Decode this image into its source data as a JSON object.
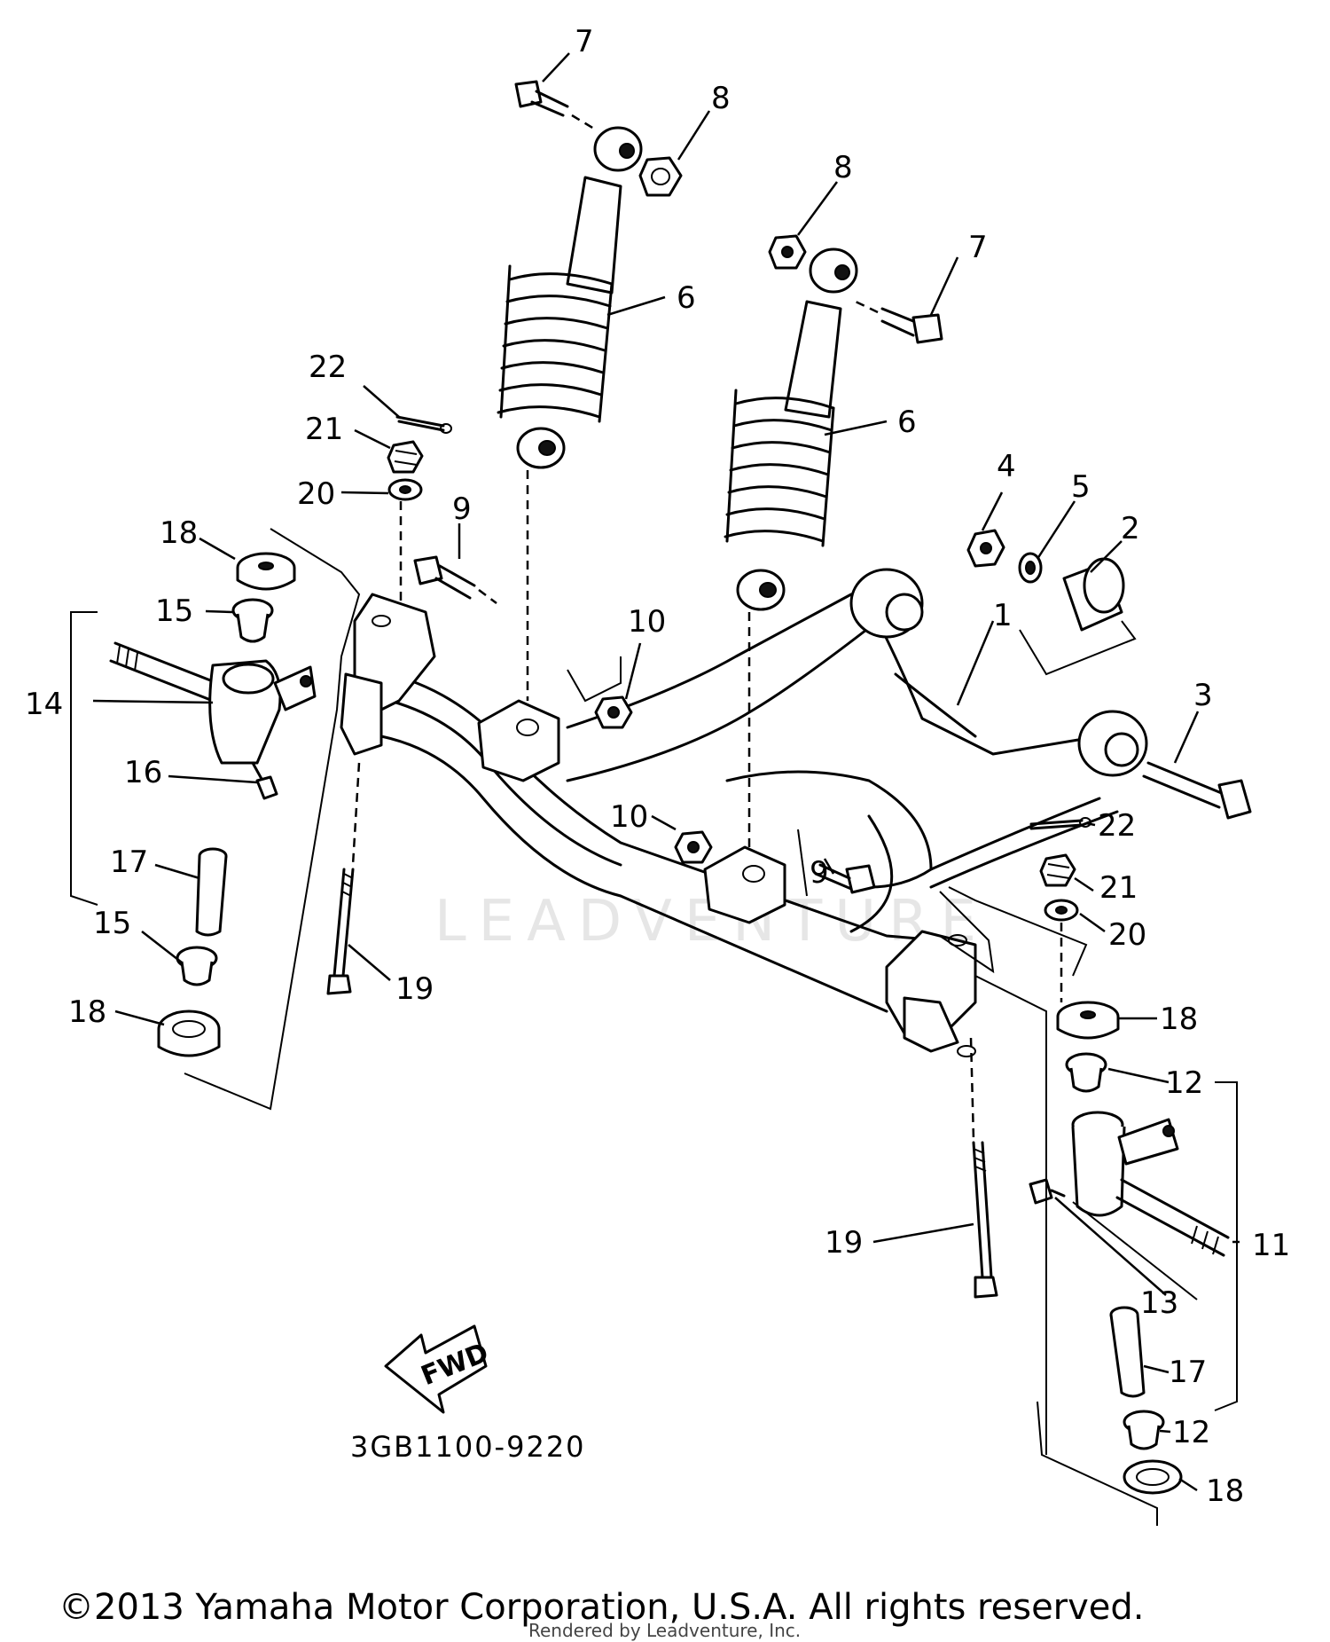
{
  "watermark": "LEADVENTURE",
  "part_number": "3GB1100-9220",
  "fwd_label": "FWD",
  "copyright": "©2013 Yamaha Motor Corporation, U.S.A. All rights reserved.",
  "rendered_by": "Rendered by Leadventure, Inc.",
  "callouts": {
    "c7a": "7",
    "c8a": "8",
    "c8b": "8",
    "c7b": "7",
    "c6a": "6",
    "c6b": "6",
    "c22a": "22",
    "c21a": "21",
    "c20a": "20",
    "c18a": "18",
    "c9a": "9",
    "c4": "4",
    "c5": "5",
    "c2": "2",
    "c15a": "15",
    "c10a": "10",
    "c1": "1",
    "c14": "14",
    "c3": "3",
    "c16": "16",
    "c10b": "10",
    "c9b": "9",
    "c22b": "22",
    "c17a": "17",
    "c21b": "21",
    "c15b": "15",
    "c20b": "20",
    "c19a": "19",
    "c18b": "18",
    "c18c": "18",
    "c12a": "12",
    "c19b": "19",
    "c11": "11",
    "c13": "13",
    "c17b": "17",
    "c12b": "12",
    "c18d": "18"
  }
}
